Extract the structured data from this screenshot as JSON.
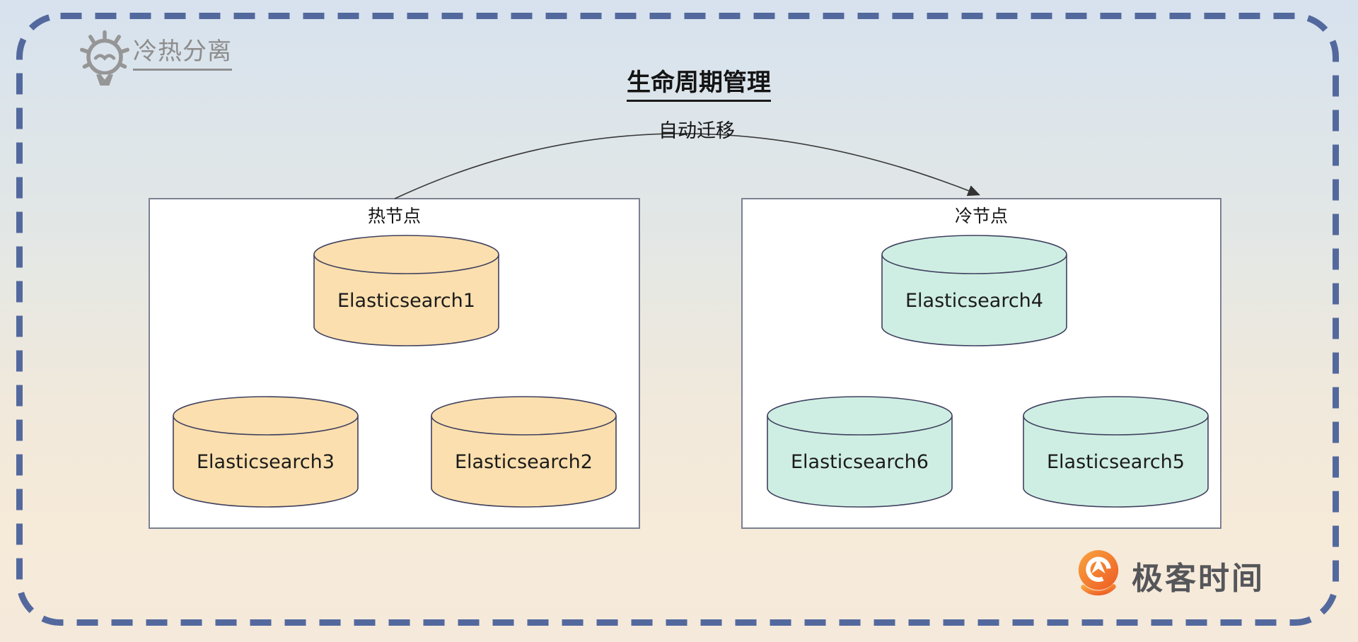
{
  "canvas": {
    "dashed_border_color": "#53699e",
    "bg_top_color": "#d7e2ee",
    "bg_bottom_color": "#f6ead9"
  },
  "header": {
    "icon": "lightbulb-icon",
    "label": "冷热分离",
    "label_color": "#8d8d8d"
  },
  "title": "生命周期管理",
  "migration": {
    "label": "自动迁移"
  },
  "groups": {
    "hot": {
      "title": "热节点",
      "cylinder_fill": "#fbdfae",
      "nodes": [
        {
          "label": "Elasticsearch1"
        },
        {
          "label": "Elasticsearch3"
        },
        {
          "label": "Elasticsearch2"
        }
      ]
    },
    "cold": {
      "title": "冷节点",
      "cylinder_fill": "#cfeee3",
      "nodes": [
        {
          "label": "Elasticsearch4"
        },
        {
          "label": "Elasticsearch6"
        },
        {
          "label": "Elasticsearch5"
        }
      ]
    }
  },
  "logo": {
    "icon": "geektime-pin-icon",
    "text": "极客时间",
    "icon_color_start": "#f9a43f",
    "icon_color_end": "#ed5a23",
    "text_color": "#55565a"
  }
}
